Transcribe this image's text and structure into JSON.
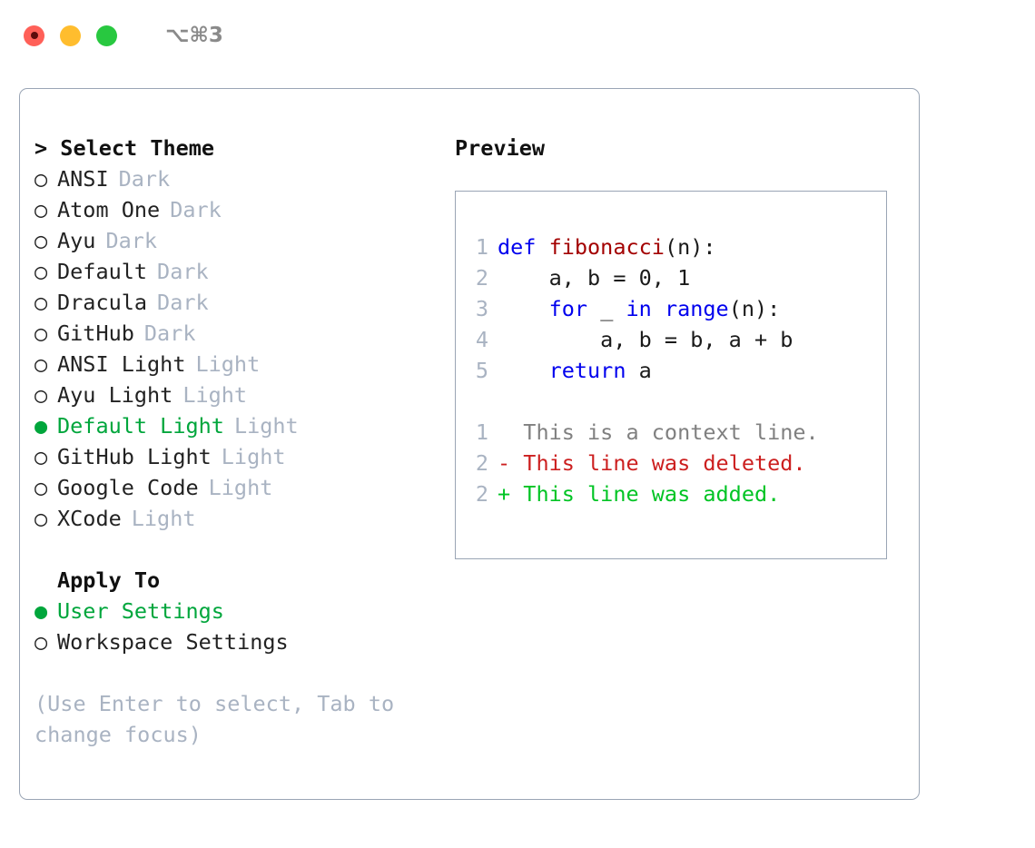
{
  "window": {
    "title": "⌥⌘3",
    "traffic_lights": [
      {
        "name": "close",
        "color": "#ff6058"
      },
      {
        "name": "minimize",
        "color": "#ffbd2e"
      },
      {
        "name": "maximize",
        "color": "#28c840"
      }
    ]
  },
  "accent": {
    "selected_green": "#00a63c",
    "muted": "#a9b3c2",
    "border": "#9aa5b5"
  },
  "theme_list": {
    "header": "> Select Theme",
    "items": [
      {
        "marker": "○",
        "label": "ANSI",
        "kind": "Dark",
        "selected": false
      },
      {
        "marker": "○",
        "label": "Atom One",
        "kind": "Dark",
        "selected": false
      },
      {
        "marker": "○",
        "label": "Ayu",
        "kind": "Dark",
        "selected": false
      },
      {
        "marker": "○",
        "label": "Default",
        "kind": "Dark",
        "selected": false
      },
      {
        "marker": "○",
        "label": "Dracula",
        "kind": "Dark",
        "selected": false
      },
      {
        "marker": "○",
        "label": "GitHub",
        "kind": "Dark",
        "selected": false
      },
      {
        "marker": "○",
        "label": "ANSI Light",
        "kind": "Light",
        "selected": false
      },
      {
        "marker": "○",
        "label": "Ayu Light",
        "kind": "Light",
        "selected": false
      },
      {
        "marker": "●",
        "label": "Default Light",
        "kind": "Light",
        "selected": true
      },
      {
        "marker": "○",
        "label": "GitHub Light",
        "kind": "Light",
        "selected": false
      },
      {
        "marker": "○",
        "label": "Google Code",
        "kind": "Light",
        "selected": false
      },
      {
        "marker": "○",
        "label": "XCode",
        "kind": "Light",
        "selected": false
      }
    ]
  },
  "apply_to": {
    "title": "Apply To",
    "items": [
      {
        "marker": "●",
        "label": "User Settings",
        "selected": true
      },
      {
        "marker": "○",
        "label": "Workspace Settings",
        "selected": false
      }
    ]
  },
  "hint": "(Use Enter to select, Tab to change focus)",
  "preview": {
    "title": "Preview",
    "code_lines": [
      {
        "no": "1",
        "tokens": [
          {
            "t": "def ",
            "c": "kw"
          },
          {
            "t": "fibonacci",
            "c": "fn"
          },
          {
            "t": "(n):",
            "c": "code-text"
          }
        ]
      },
      {
        "no": "2",
        "tokens": [
          {
            "t": "    a, b = 0, 1",
            "c": "code-text"
          }
        ]
      },
      {
        "no": "3",
        "tokens": [
          {
            "t": "    ",
            "c": "code-text"
          },
          {
            "t": "for",
            "c": "kw"
          },
          {
            "t": " _ ",
            "c": "code-text"
          },
          {
            "t": "in",
            "c": "kw"
          },
          {
            "t": " ",
            "c": "code-text"
          },
          {
            "t": "range",
            "c": "kw"
          },
          {
            "t": "(n):",
            "c": "code-text"
          }
        ]
      },
      {
        "no": "4",
        "tokens": [
          {
            "t": "        a, b = b, a + b",
            "c": "code-text"
          }
        ]
      },
      {
        "no": "5",
        "tokens": [
          {
            "t": "    ",
            "c": "code-text"
          },
          {
            "t": "return",
            "c": "kw"
          },
          {
            "t": " a",
            "c": "code-text"
          }
        ]
      }
    ],
    "diff_lines": [
      {
        "no": "1",
        "text": "  This is a context line.",
        "c": "ctx"
      },
      {
        "no": "2",
        "text": "- This line was deleted.",
        "c": "del"
      },
      {
        "no": "2",
        "text": "+ This line was added.",
        "c": "add"
      }
    ]
  }
}
